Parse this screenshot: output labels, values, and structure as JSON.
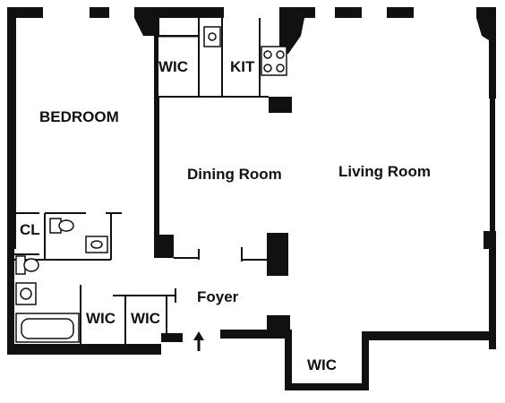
{
  "floorplan": {
    "rooms": {
      "wic_kitchen": "WIC",
      "kitchen": "KIT",
      "bedroom": "BEDROOM",
      "dining": "Dining Room",
      "living": "Living Room",
      "closet": "CL",
      "foyer": "Foyer",
      "wic_bath": "WIC",
      "wic_foyer": "WIC",
      "wic_entry": "WIC"
    },
    "colors": {
      "wall": "#111111",
      "background": "#ffffff"
    }
  }
}
